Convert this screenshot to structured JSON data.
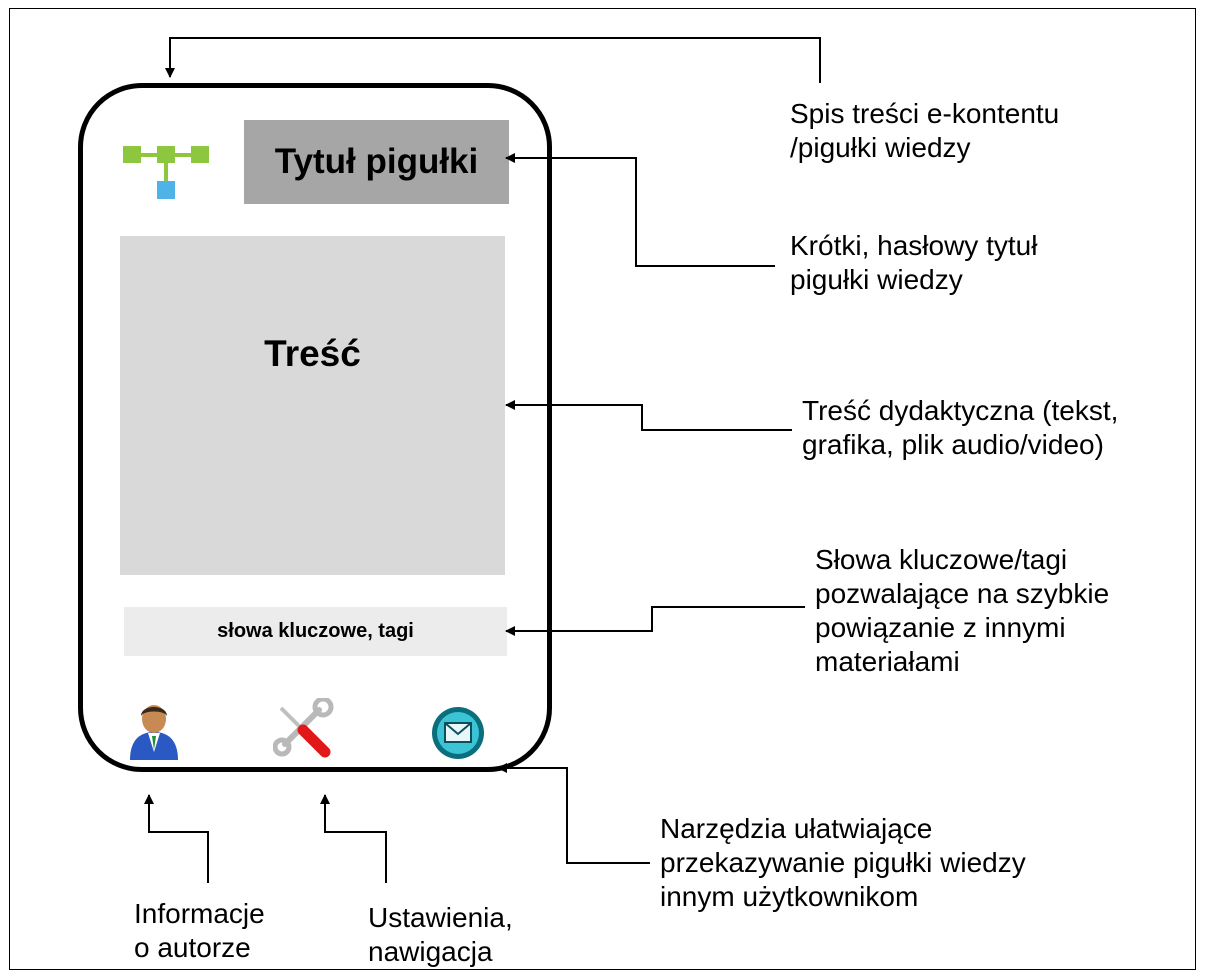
{
  "phone": {
    "title": "Tytuł pigułki",
    "content": "Treść",
    "tags": "słowa kluczowe, tagi"
  },
  "callouts": {
    "toc": [
      "Spis treści e-kontentu",
      "/pigułki wiedzy"
    ],
    "title": [
      "Krótki, hasłowy tytuł",
      "pigułki wiedzy"
    ],
    "content": [
      "Treść dydaktyczna (tekst,",
      "grafika, plik audio/video)"
    ],
    "tags": [
      "Słowa kluczowe/tagi",
      "pozwalające na szybkie",
      "powiązanie z innymi",
      "materiałami"
    ],
    "tools": [
      "Narzędzia ułatwiające",
      "przekazywanie pigułki wiedzy",
      "innym użytkownikom"
    ],
    "author": [
      "Informacje",
      "o autorze"
    ],
    "settings": [
      "Ustawienia,",
      "nawigacja"
    ]
  },
  "icons": {
    "toc": "sitemap-icon",
    "author": "user-icon",
    "settings": "tools-icon",
    "share": "mail-icon"
  },
  "colors": {
    "title_bg": "#a6a6a6",
    "content_bg": "#d9d9d9",
    "tags_bg": "#ececec",
    "sitemap_green": "#8dc63f",
    "sitemap_blue": "#4fb3e8"
  }
}
